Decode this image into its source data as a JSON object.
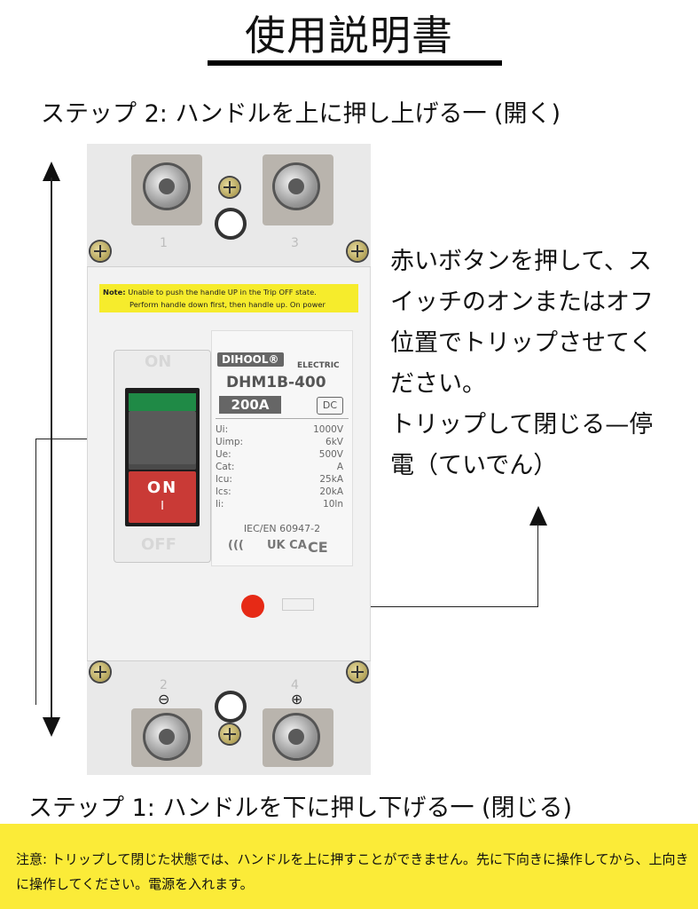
{
  "title": "使用説明書",
  "step2": "ステップ 2: ハンドルを上に押し上げる一 (開く)",
  "step1": "ステップ 1: ハンドルを下に押し下げる一 (閉じる)",
  "description": [
    "赤いボタンを押して、ス",
    "イッチのオンまたはオフ",
    "位置でトリップさせてく",
    "ださい。",
    "トリップして閉じる—停",
    "電（ていでん）"
  ],
  "note": "注意: トリップして閉じた状態では、ハンドルを上に押すことができません。先に下向きに操作してから、上向きに操作してください。電源を入れます。",
  "breaker": {
    "label_note_title": "Note:",
    "label_note_line1": "Unable to push the handle UP in the Trip OFF state.",
    "label_note_line2": "Perform handle down first, then handle up. On power",
    "handle_on": "ON",
    "handle_off": "OFF",
    "button_on": "ON",
    "button_one": "I",
    "brand": "DIHOOL®",
    "brand_sub": "ELECTRIC",
    "model": "DHM1B-400",
    "current": "200A",
    "type": "DC",
    "ratings": [
      {
        "key": "Ui:",
        "value": "1000V"
      },
      {
        "key": "Uimp:",
        "value": "6kV"
      },
      {
        "key": "Ue:",
        "value": "500V"
      },
      {
        "key": "Cat:",
        "value": "A"
      },
      {
        "key": "lcu:",
        "value": "25kA"
      },
      {
        "key": "lcs:",
        "value": "20kA"
      },
      {
        "key": "li:",
        "value": "10ln"
      }
    ],
    "standard": "IEC/EN 60947-2",
    "cert_ccc": "(((",
    "cert_ukca": "UK CA",
    "cert_ce": "CE",
    "terminal_1": "1",
    "terminal_3": "3",
    "terminal_2": "2",
    "terminal_4": "4",
    "minus": "⊖",
    "plus": "⊕"
  },
  "colors": {
    "note_bar": "#fbeb38",
    "trip_button": "#e62a16",
    "handle_red": "#c93a36",
    "handle_green": "#1f8a46"
  }
}
